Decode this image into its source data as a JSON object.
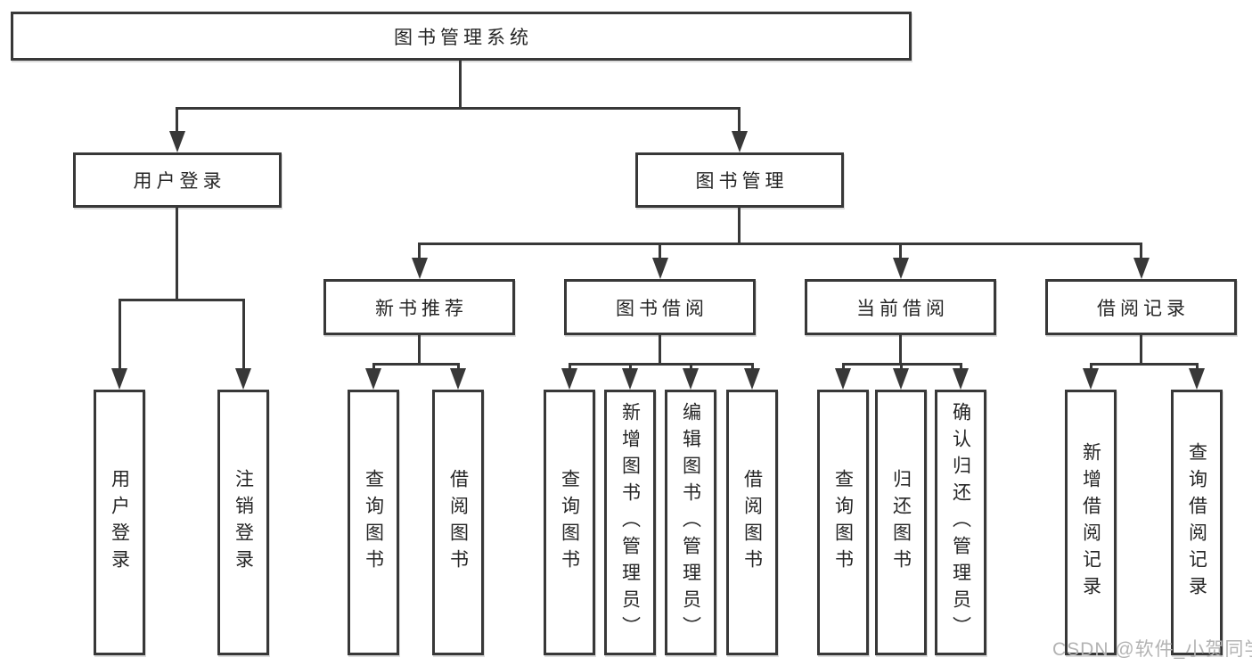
{
  "tree": {
    "root": {
      "label": "图书管理系统"
    },
    "branches": [
      {
        "label": "用户登录",
        "leaves": [
          {
            "label": "用户登录"
          },
          {
            "label": "注销登录"
          }
        ]
      },
      {
        "label": "图书管理",
        "groups": [
          {
            "label": "新书推荐",
            "leaves": [
              {
                "label": "查询图书"
              },
              {
                "label": "借阅图书"
              }
            ]
          },
          {
            "label": "图书借阅",
            "leaves": [
              {
                "label": "查询图书"
              },
              {
                "label": "新增图书（管理员）"
              },
              {
                "label": "编辑图书（管理员）"
              },
              {
                "label": "借阅图书"
              }
            ]
          },
          {
            "label": "当前借阅",
            "leaves": [
              {
                "label": "查询图书"
              },
              {
                "label": "归还图书"
              },
              {
                "label": "确认归还（管理员）"
              }
            ]
          },
          {
            "label": "借阅记录",
            "leaves": [
              {
                "label": "新增借阅记录"
              },
              {
                "label": "查询借阅记录"
              }
            ]
          }
        ]
      }
    ]
  },
  "watermark": {
    "text": "CSDN @软件_小贺同学"
  },
  "colors": {
    "line": "#383838",
    "text": "#262626",
    "background": "#ffffff",
    "box_bg": "#ffffff",
    "watermark": "#b3b3b3"
  }
}
